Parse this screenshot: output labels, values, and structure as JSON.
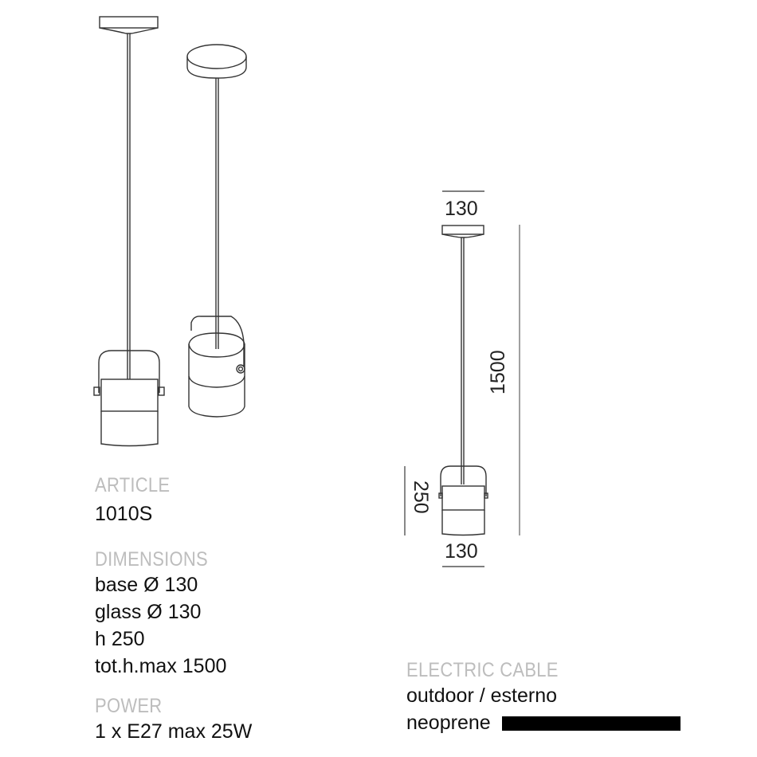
{
  "drawings": {
    "left_views": {
      "name": "perspective-views"
    },
    "dimensioned_view": {
      "base_width": "130",
      "glass_width": "130",
      "lamp_height": "250",
      "total_height": "1500"
    }
  },
  "specs": {
    "article": {
      "label": "ARTICLE",
      "value": "1010S"
    },
    "dimensions": {
      "label": "DIMENSIONS",
      "lines": [
        "base Ø 130",
        "glass Ø 130",
        "h 250",
        "tot.h.max 1500"
      ]
    },
    "power": {
      "label": "POWER",
      "value": "1 x E27 max 25W"
    },
    "electric_cable": {
      "label": "ELECTRIC CABLE",
      "lines": [
        "outdoor / esterno",
        "neoprene"
      ],
      "swatch_color": "#000000"
    }
  },
  "colors": {
    "label_gray": "#bdbdbd",
    "text": "#111111",
    "line": "#333333"
  }
}
